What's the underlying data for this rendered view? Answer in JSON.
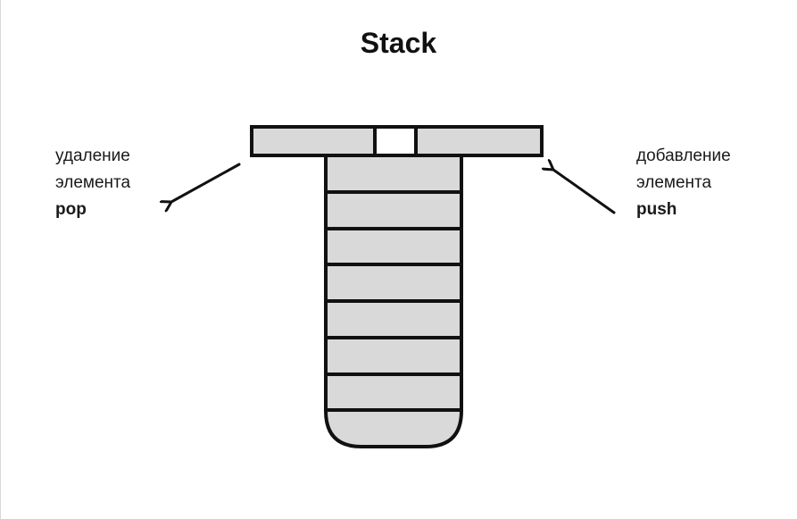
{
  "title": "Stack",
  "pop": {
    "line1": "удаление",
    "line2": "элемента",
    "op": "pop"
  },
  "push": {
    "line1": "добавление",
    "line2": "элемента",
    "op": "push"
  },
  "colors": {
    "fill": "#d9d9d9",
    "stroke": "#111111",
    "gap": "#ffffff"
  },
  "stack": {
    "slots": 8
  }
}
